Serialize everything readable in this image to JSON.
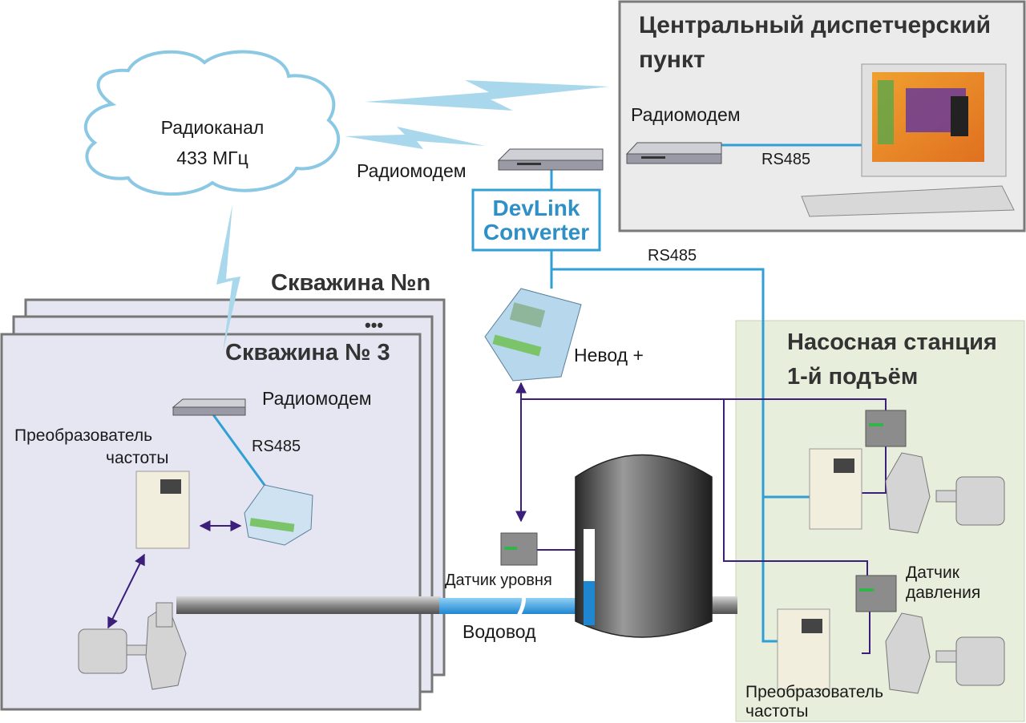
{
  "cloud": {
    "line1": "Радиоканал",
    "line2": "433 МГц"
  },
  "dispatch": {
    "title1": "Центральный диспетчерский",
    "title2": "пункт",
    "modem_label": "Радиомодем",
    "link_label": "RS485"
  },
  "top_modem_label": "Радиомодем",
  "converter": {
    "line1": "DevLink",
    "line2": "Converter"
  },
  "rs485_main": "RS485",
  "nevod_label": "Невод +",
  "wells": {
    "title_n": "Скважина №n",
    "title_3": "Скважина № 3",
    "ellipsis": "•••",
    "modem_label": "Радиомодем",
    "rs485": "RS485",
    "vfd_line1": "Преобразователь",
    "vfd_line2": "частоты"
  },
  "level_sensor": "Датчик уровня",
  "pipeline": "Водовод",
  "pump_station": {
    "title1": "Насосная станция",
    "title2": "1-й подъём",
    "pressure1": "Датчик",
    "pressure2": "давления",
    "vfd_line1": "Преобразователь",
    "vfd_line2": "частоты"
  },
  "colors": {
    "rs485_line": "#2f9fd6",
    "signal_line": "#3c1f7a",
    "cloud_stroke": "#8bc8e3",
    "radio_beam": "#a9d8ec",
    "well_fill": "#e6e6f3",
    "station_fill": "#e7eedb",
    "converter_text": "#2f8fc7"
  }
}
